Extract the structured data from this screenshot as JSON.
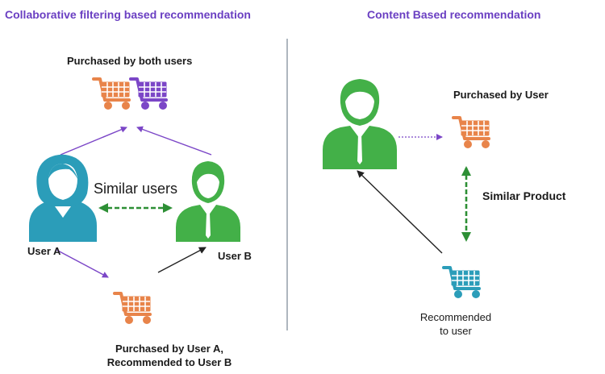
{
  "colors": {
    "title": "#6a3fc2",
    "orange": "#e8844a",
    "purple": "#7b46c7",
    "teal": "#2b9db9",
    "green": "#43b048",
    "dark_green": "#2d8f35",
    "divider": "#9aa4ae",
    "black_arrow": "#222222"
  },
  "left": {
    "title": "Collaborative filtering based recommendation",
    "both_label": "Purchased by both users",
    "similar_label": "Similar users",
    "user_a": "User A",
    "user_b": "User B",
    "bottom_line1": "Purchased by User A,",
    "bottom_line2": "Recommended to User B"
  },
  "right": {
    "title": "Content Based recommendation",
    "purchased_label": "Purchased by User",
    "similar_product": "Similar Product",
    "recommended_line1": "Recommended",
    "recommended_line2": "to user"
  },
  "icons": {
    "user_a": "female-user-icon",
    "user_b": "male-user-icon",
    "user_right": "male-user-icon",
    "cart": "shopping-cart-icon"
  }
}
